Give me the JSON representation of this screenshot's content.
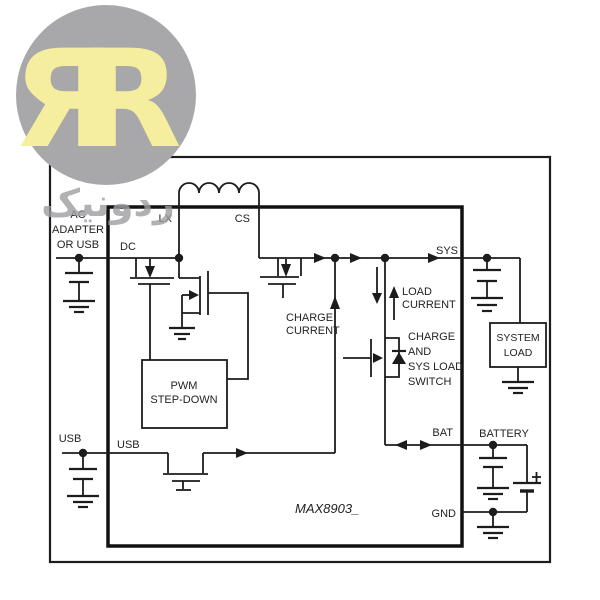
{
  "page": {
    "background": "#ffffff"
  },
  "logo": {
    "circle_color": "#a8a8ab",
    "letter_color": "#f5ee9e",
    "letter_left": "Я",
    "letter_right": "R",
    "brand_text": "ردونیک",
    "brand_color": "#9e9ea2"
  },
  "schematic": {
    "line_color": "#1c1c1c",
    "part_number": "MAX8903_",
    "inputs": {
      "ac_label_line1": "AC",
      "ac_label_line2": "ADAPTER",
      "ac_label_line3": "OR USB",
      "usb_label": "USB"
    },
    "pins": {
      "dc": "DC",
      "lx": "LX",
      "cs": "CS",
      "sys": "SYS",
      "usb": "USB",
      "bat": "BAT",
      "gnd": "GND"
    },
    "annotations": {
      "charge_current_line1": "CHARGE",
      "charge_current_line2": "CURRENT",
      "load_current_line1": "LOAD",
      "load_current_line2": "CURRENT",
      "switch_label_line1": "CHARGE",
      "switch_label_line2": "AND",
      "switch_label_line3": "SYS LOAD",
      "switch_label_line4": "SWITCH"
    },
    "blocks": {
      "pwm_line1": "PWM",
      "pwm_line2": "STEP-DOWN",
      "system_load_line1": "SYSTEM",
      "system_load_line2": "LOAD"
    },
    "battery": {
      "label": "BATTERY",
      "plus": "+"
    }
  }
}
